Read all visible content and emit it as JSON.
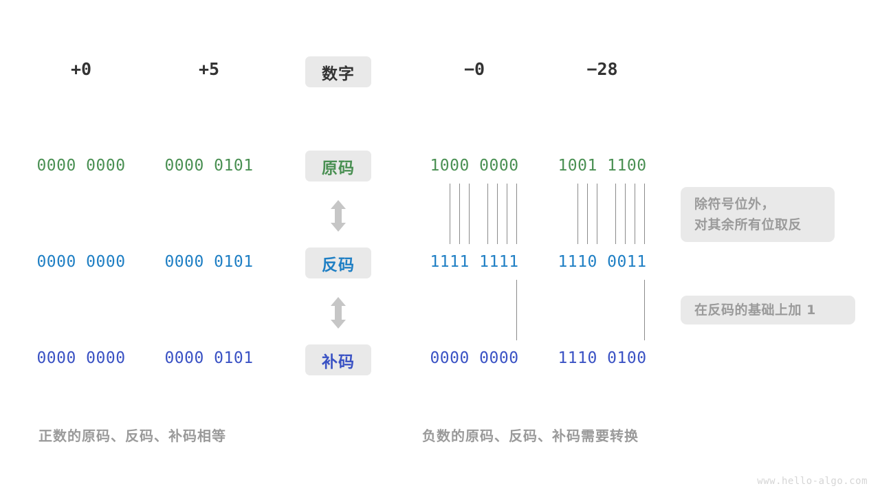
{
  "columns": {
    "pos_zero": "+0",
    "pos_five": "+5",
    "neg_zero": "−0",
    "neg_twentyeight": "−28"
  },
  "labels": {
    "number": "数字",
    "sign_magnitude": "原码",
    "ones_complement": "反码",
    "twos_complement": "补码"
  },
  "rows": {
    "sign_magnitude": {
      "pos_zero": "0000 0000",
      "pos_five": "0000 0101",
      "neg_zero": "1000 0000",
      "neg_twentyeight": "1001 1100"
    },
    "ones_complement": {
      "pos_zero": "0000 0000",
      "pos_five": "0000 0101",
      "neg_zero": "1111 1111",
      "neg_twentyeight": "1110 0011"
    },
    "twos_complement": {
      "pos_zero": "0000 0000",
      "pos_five": "0000 0101",
      "neg_zero": "0000 0000",
      "neg_twentyeight": "1110 0100"
    }
  },
  "notes": {
    "invert": {
      "line1": "除符号位外，",
      "line2": "对其余所有位取反"
    },
    "add_one": "在反码的基础上加 1"
  },
  "captions": {
    "positive": "正数的原码、反码、补码相等",
    "negative": "负数的原码、反码、补码需要转换"
  },
  "watermark": "www.hello-algo.com",
  "colors": {
    "sign_magnitude": "#4a9053",
    "ones_complement": "#1f7fc4",
    "twos_complement": "#3a52c4",
    "badge_bg": "#e9e9e9",
    "note_text": "#9a9a9a",
    "connector": "#8a8a8a"
  }
}
